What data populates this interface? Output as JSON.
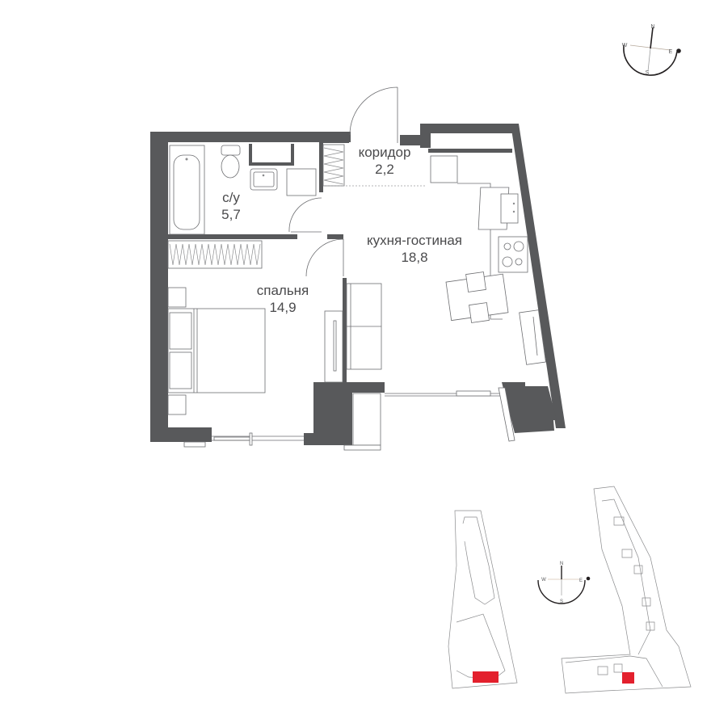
{
  "plan": {
    "rooms": [
      {
        "id": "bathroom",
        "name": "с/у",
        "area": "5,7"
      },
      {
        "id": "corridor",
        "name": "коридор",
        "area": "2,2"
      },
      {
        "id": "kitchen-living",
        "name": "кухня-гостиная",
        "area": "18,8"
      },
      {
        "id": "bedroom",
        "name": "спальня",
        "area": "14,9"
      }
    ]
  },
  "compass_main": {
    "n": "N",
    "s": "S",
    "w": "W",
    "e": "E"
  },
  "compass_minimap": {
    "n": "N",
    "s": "S",
    "w": "W",
    "e": "E"
  },
  "minimap": {
    "highlight_color": "#e3202d"
  },
  "colors": {
    "wall": "#58595b",
    "line": "#6d6e71",
    "highlight": "#e3202d"
  }
}
